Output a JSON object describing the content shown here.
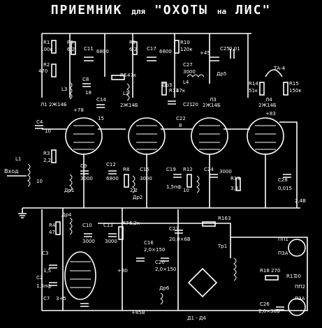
{
  "title": {
    "word1": "ПРИЕМНИК",
    "word2": "для",
    "word3": "\"ОХОТЫ",
    "word4": "на",
    "word5": "ЛИС\""
  },
  "labels": {
    "input": "Вход",
    "r1": "R1",
    "r1v": "100к",
    "r2": "R2",
    "r2v": "470",
    "r3": "R3",
    "r3v": "2,2",
    "r4": "R4",
    "r4v": "47",
    "r5": "R5",
    "r5v": "6,2",
    "c11": "C11",
    "c11v": "6800",
    "c4": "C4",
    "c4v": "10",
    "l1": "L1",
    "l3": "L3",
    "l2": "L2",
    "c8": "C8",
    "c8v": "18",
    "c14": "C14",
    "c14v": "15",
    "l1tube": "Л1",
    "l1type": "2Ж14Б",
    "v478": "+78",
    "r6": "R6",
    "r6v": "47к",
    "r9": "R9",
    "r9v": "6,2",
    "c17": "C17",
    "c17v": "6800",
    "l2tube": "Л2",
    "l2type": "2Ж14Б",
    "dr2": "Др2",
    "dr3": "Др3",
    "r10": "R10",
    "r10v": "120к",
    "v45": "+45",
    "c25": "C25",
    "c25v": "0,01",
    "c27": "C27",
    "c27v": "3000",
    "r11": "R11",
    "r11v": "47к",
    "l4": "L4",
    "dr5": "Др5",
    "c21": "C21",
    "c21v": "20",
    "c22": "C22",
    "c22v": "8",
    "l3tube": "Л3",
    "l3type": "2Ж14Б",
    "ta4": "ТА-4",
    "r14": "R14",
    "r14v": "51к",
    "r15": "R15",
    "r15v": "150к",
    "l4tube": "Л4",
    "l4type": "2Ж14Б",
    "v83": "+83",
    "c9": "C9",
    "c9v": "3000",
    "dr1": "Др1",
    "c12": "C12",
    "c12v": "6800",
    "r8": "R8",
    "r8v": "2,2",
    "c15": "C15",
    "c15v": "3000",
    "c19": "C19",
    "c19v": "1,5пф",
    "r12": "R12",
    "r12v": "10",
    "c24": "C24",
    "c24v": "3000",
    "r13": "R13",
    "r13v": "3,3",
    "c28": "C28",
    "c28v": "0,015",
    "v24": "2,4В",
    "dr4": "Др4",
    "c10": "C10",
    "c10v": "3000",
    "c13": "C13",
    "c13v": "3000",
    "r7": "R7",
    "r7v": "6,2к",
    "c23": "C23",
    "c23v": "20,0×6В",
    "r16": "R16",
    "r16v": "3",
    "c16": "C16",
    "c16v": "2,0×150",
    "c20": "C20",
    "c20v": "2,0×150",
    "tr1": "Тр1",
    "pp1": "ПП1",
    "pp1t": "П3А",
    "r18": "R18",
    "r18v": "270",
    "r17": "R17",
    "r17v": "20",
    "pp2": "ПП2",
    "pp2t": "П3А",
    "c26": "C26",
    "c26v": "2,0×30В",
    "c3": "C3",
    "c3v": "1,5",
    "c2": "C2",
    "c2v": "1,5пф",
    "c7": "C7",
    "c7v": "3÷5",
    "d14": "Д1 - Д4",
    "v80": "+80",
    "dr6": "Др6",
    "v858": "+85В",
    "v10": "10"
  }
}
